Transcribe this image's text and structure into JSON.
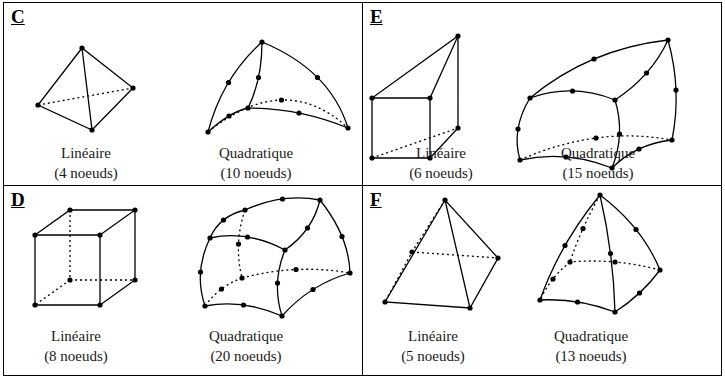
{
  "diagram": {
    "nodes": [
      {
        "text": [
          "C",
          "Linéaire",
          "(4 noeuds)",
          "Quadratique",
          "(10 noeuds)"
        ]
      },
      {
        "text": [
          "E",
          "Linéaire",
          "(6 noeuds)",
          "Quadratique",
          "(15 noeuds)"
        ]
      },
      {
        "text": [
          "D",
          "Linéaire",
          "(8 noeuds)",
          "Quadratique",
          "(20 noeuds)"
        ]
      },
      {
        "text": [
          "F",
          "Linéaire",
          "(5 noeuds)",
          "Quadratique",
          "(13 noeuds)"
        ]
      }
    ]
  }
}
